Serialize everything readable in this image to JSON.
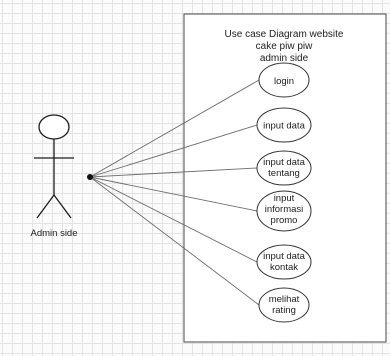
{
  "system": {
    "title_lines": [
      "Use case Diagram website",
      "cake piw piw",
      "admin side"
    ]
  },
  "actor": {
    "name": "Admin side"
  },
  "use_cases": [
    {
      "lines": [
        "login"
      ]
    },
    {
      "lines": [
        "input data"
      ]
    },
    {
      "lines": [
        "input data",
        "tentang"
      ]
    },
    {
      "lines": [
        "input",
        "informasi",
        "promo"
      ]
    },
    {
      "lines": [
        "input data",
        "kontak"
      ]
    },
    {
      "lines": [
        "melihat",
        "rating"
      ]
    }
  ]
}
